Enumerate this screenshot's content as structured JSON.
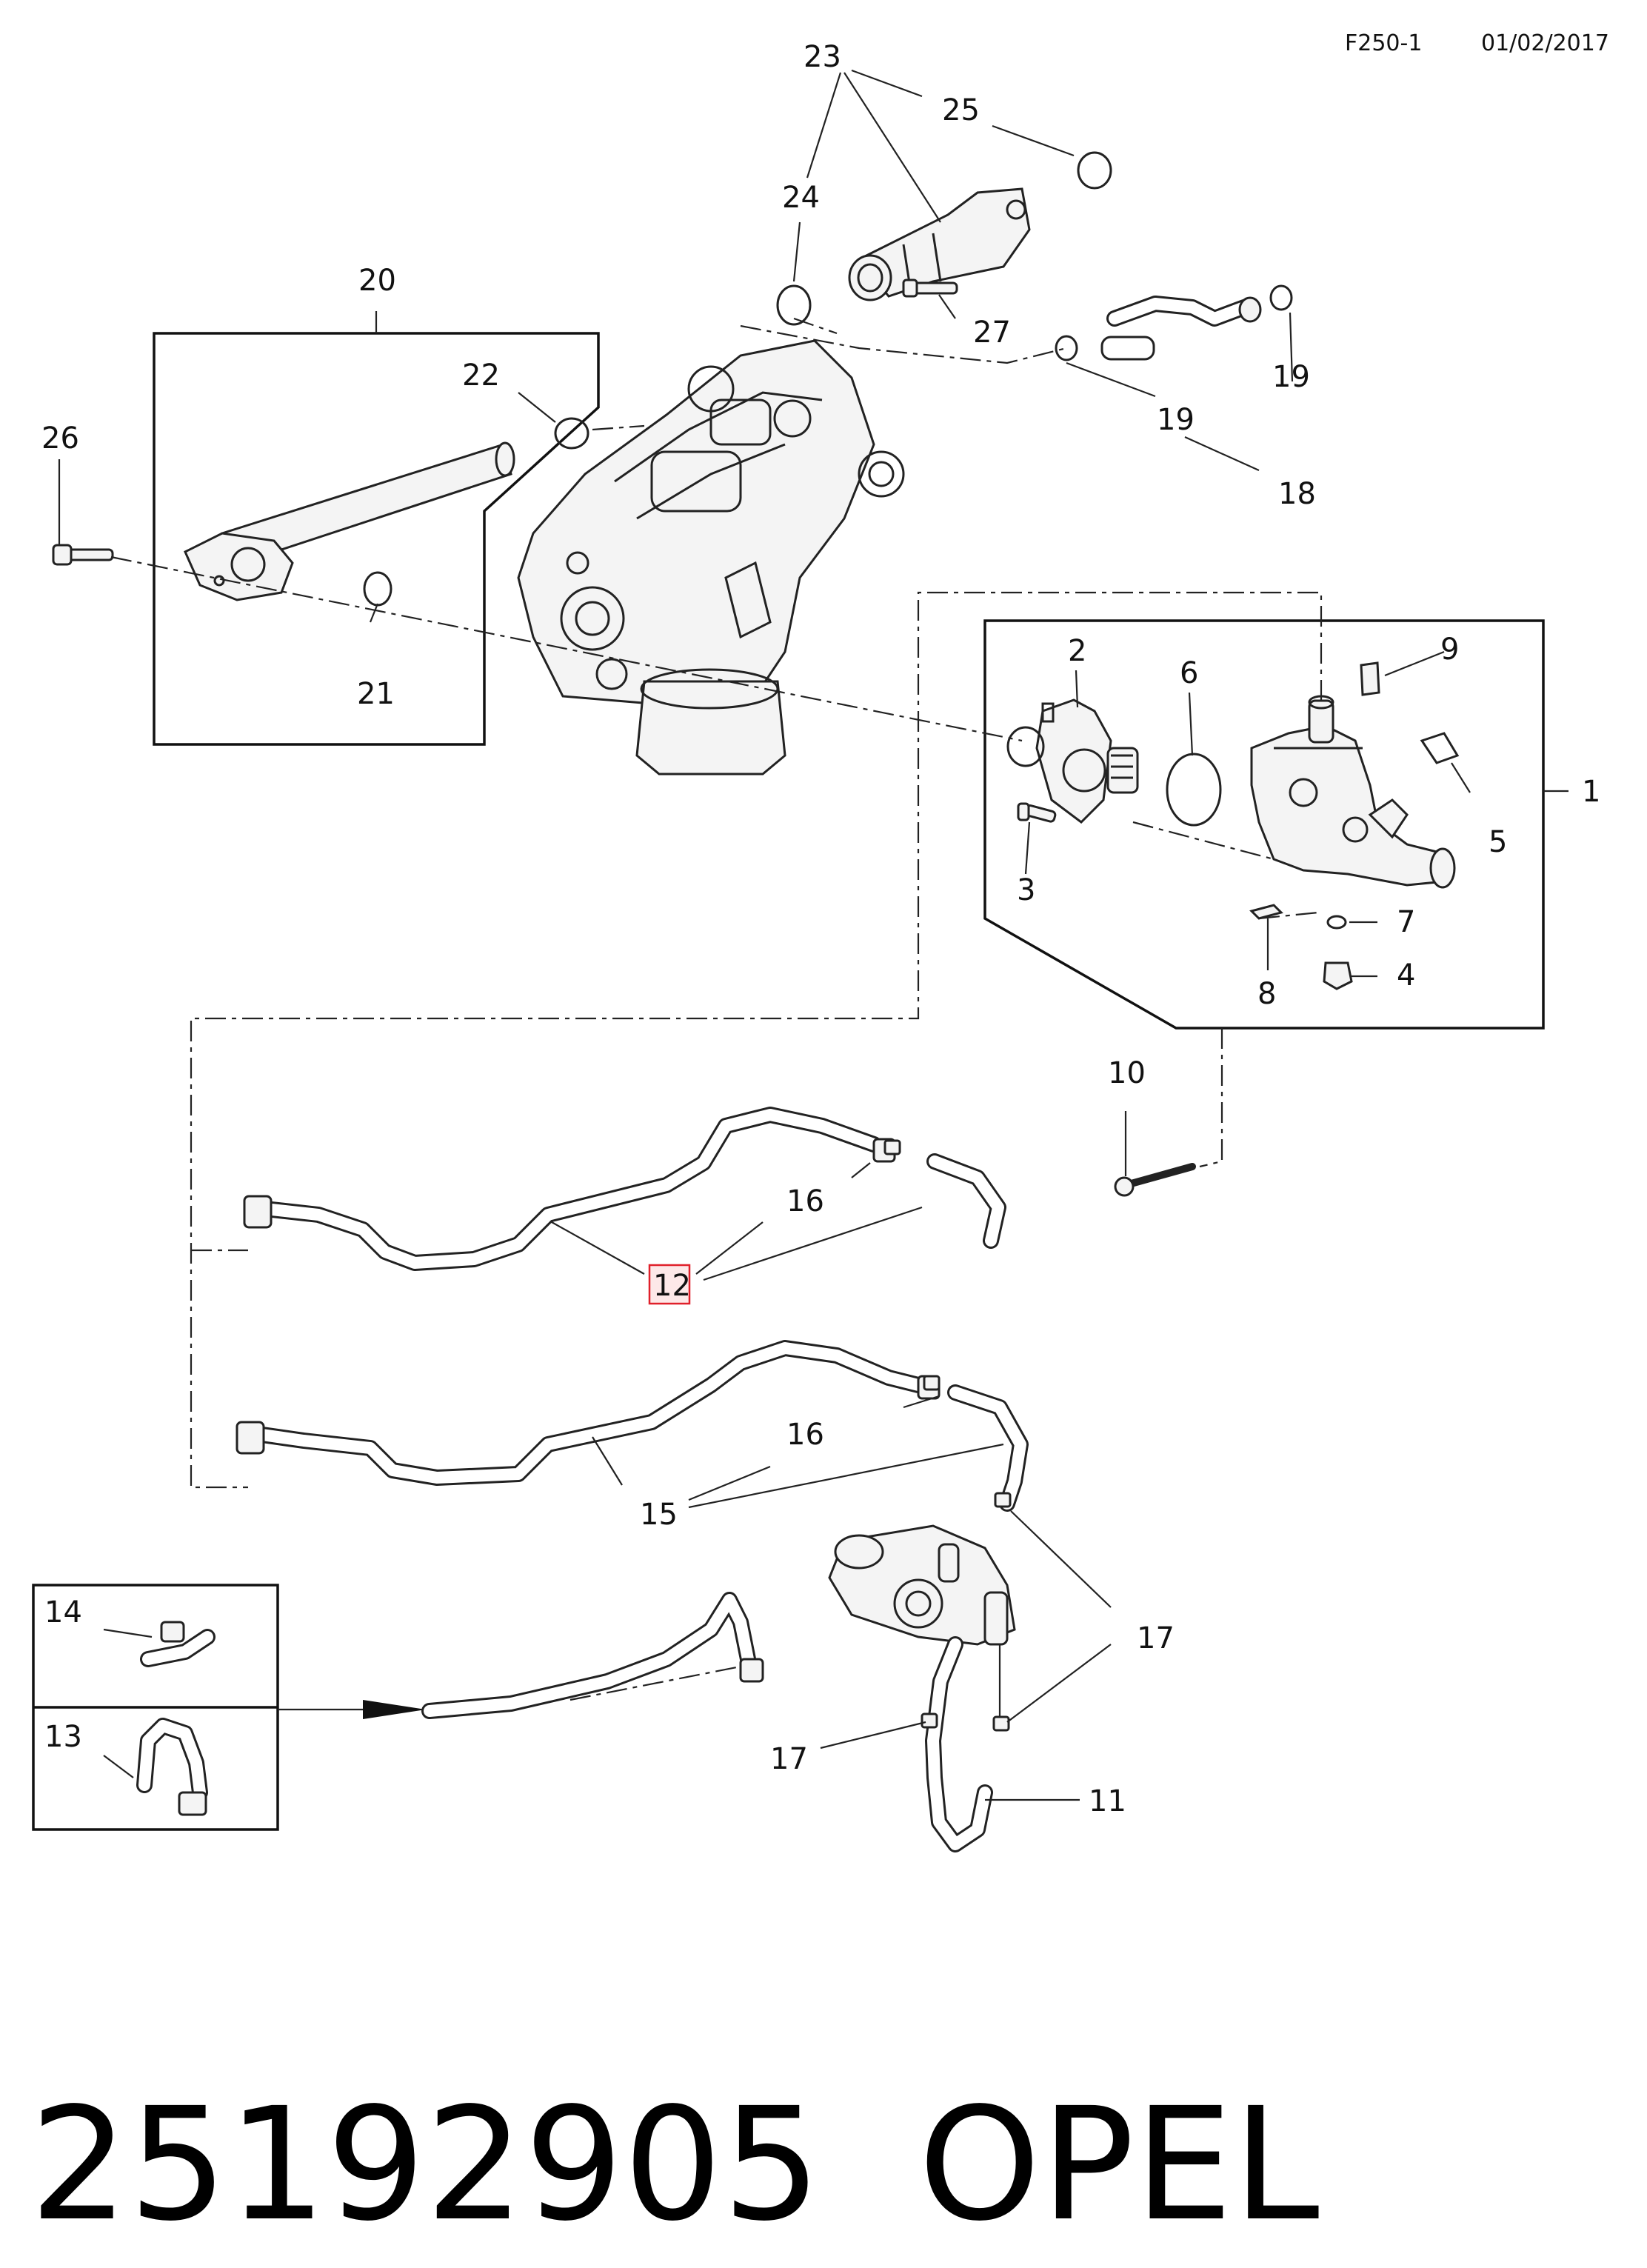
{
  "header": {
    "code": "F250-1",
    "date": "01/02/2017"
  },
  "callouts": {
    "c1": "1",
    "c2": "2",
    "c3": "3",
    "c4": "4",
    "c5": "5",
    "c6": "6",
    "c7": "7",
    "c8": "8",
    "c9": "9",
    "c10": "10",
    "c11": "11",
    "c12": "12",
    "c13": "13",
    "c14": "14",
    "c15": "15",
    "c16": "16",
    "c17": "17",
    "c18": "18",
    "c19": "19",
    "c20": "20",
    "c21": "21",
    "c22": "22",
    "c23": "23",
    "c24": "24",
    "c25": "25",
    "c26": "26",
    "c27": "27"
  },
  "highlight_color": "#e0202a",
  "footer": {
    "part_number": "25192905",
    "brand": "OPEL"
  }
}
